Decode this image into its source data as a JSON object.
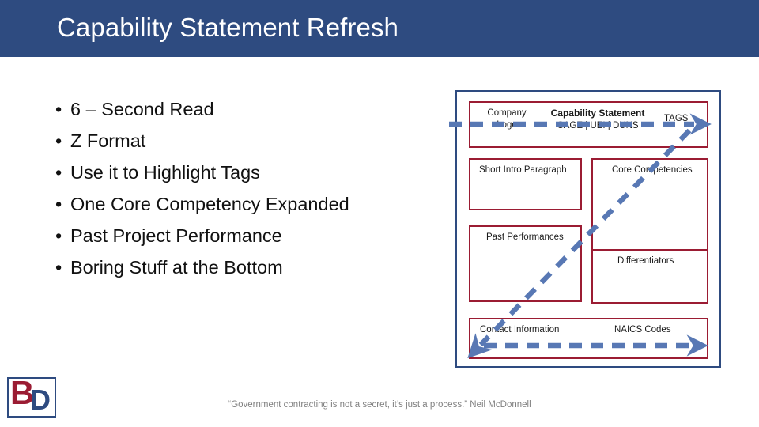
{
  "slide": {
    "title": "Capability Statement Refresh",
    "title_bar_color": "#2e4b80"
  },
  "bullets": {
    "marker": "•",
    "items": [
      {
        "label": "6 – Second Read"
      },
      {
        "label": "Z Format"
      },
      {
        "label": "Use it to Highlight Tags"
      },
      {
        "label": "One Core Competency Expanded"
      },
      {
        "label": "Past Project Performance"
      },
      {
        "label": "Boring Stuff at the Bottom"
      }
    ]
  },
  "diagram": {
    "frame_color": "#2e4b80",
    "box_border_color": "#9b1c33",
    "arrow_color": "#5878b4",
    "boxes": {
      "header": {
        "company_logo_line1": "Company",
        "company_logo_line2": "Logo",
        "title": "Capability Statement",
        "identifiers": "CAGE | UEI | DUNS",
        "tags": "TAGS"
      },
      "intro": {
        "label": "Short Intro Paragraph"
      },
      "core": {
        "label": "Core Competencies"
      },
      "past": {
        "label": "Past Performances"
      },
      "differentiators": {
        "label": "Differentiators"
      },
      "contact": {
        "contact_label": "Contact Information",
        "naics_label": "NAICS Codes"
      }
    }
  },
  "footer": {
    "quote": "“Government contracting is not a secret, it’s just a process.” Neil McDonnell"
  },
  "logo": {
    "letter_1": "B",
    "letter_2": "D",
    "letter_1_color": "#9b1c33",
    "letter_2_color": "#2e4b80"
  }
}
